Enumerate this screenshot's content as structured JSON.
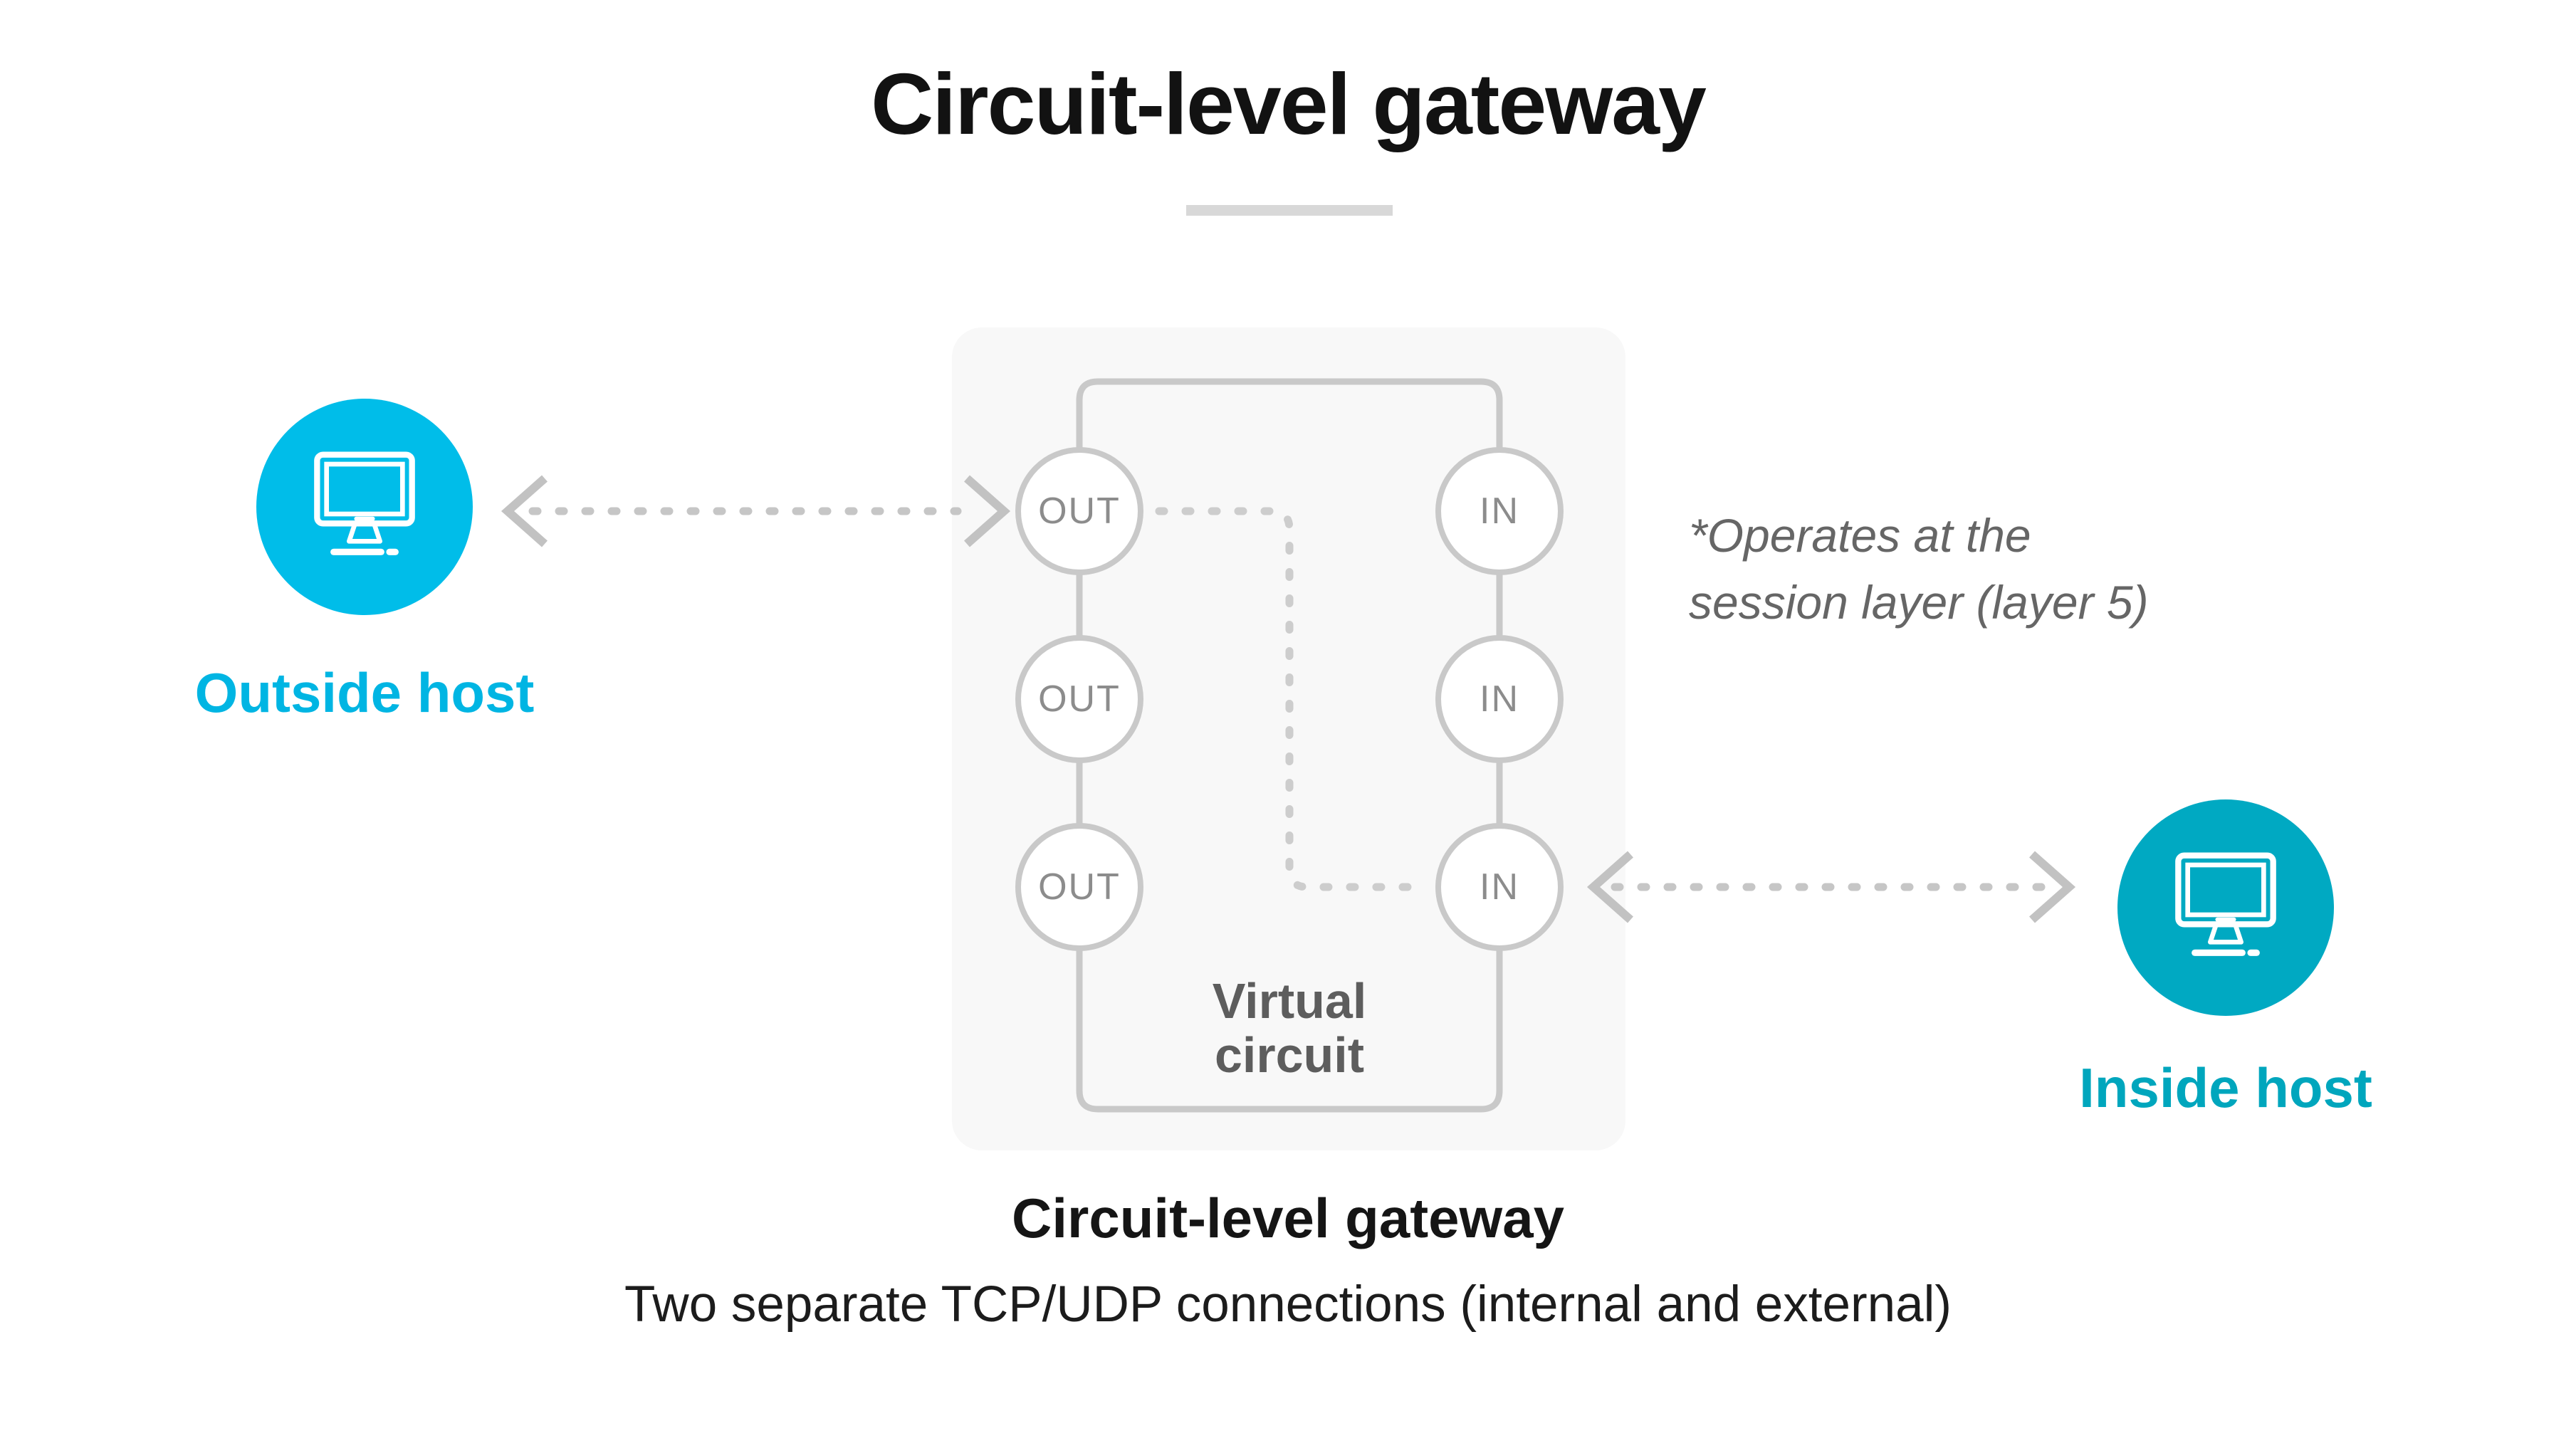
{
  "title": {
    "text": "Circuit-level gateway"
  },
  "gateway": {
    "out_ports": [
      "OUT",
      "OUT",
      "OUT"
    ],
    "in_ports": [
      "IN",
      "IN",
      "IN"
    ],
    "virtual_circuit": "Virtual\ncircuit",
    "caption": "Circuit-level gateway",
    "subcaption": "Two separate TCP/UDP connections (internal and external)"
  },
  "hosts": {
    "outside": {
      "label": "Outside host",
      "icon": "monitor-icon",
      "color": "#00bde9"
    },
    "inside": {
      "label": "Inside host",
      "icon": "monitor-icon",
      "color": "#00a9c2"
    }
  },
  "note": {
    "text": "*Operates at the\nsession layer (layer 5)"
  },
  "colors": {
    "title_text": "#121212",
    "divider": "#d8d8d8",
    "panel_background": "#f8f8f8",
    "connector_line": "#c9c9c9",
    "dashed_line": "#cdcdcd",
    "arrow": "#c2c2c2",
    "port_border": "#c9c9c9",
    "port_text": "#8c8c8c",
    "virtual_circuit_text": "#5d5d5d",
    "note_text": "#666666",
    "outside_host": "#00bde9",
    "outside_host_label": "#00b5e3",
    "inside_host": "#00a9c2",
    "inside_host_label": "#00a6bd"
  }
}
